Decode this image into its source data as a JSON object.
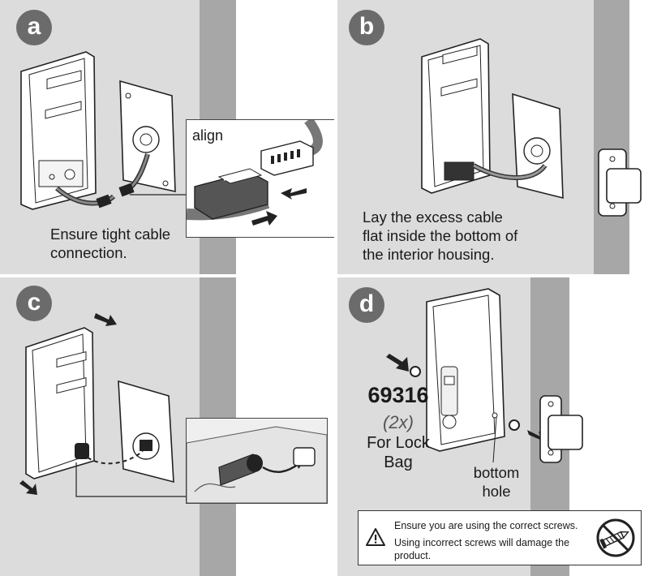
{
  "panels": {
    "a": {
      "badge": "a",
      "inset_label": "align",
      "caption_line1": "Ensure tight cable",
      "caption_line2": "connection."
    },
    "b": {
      "badge": "b",
      "caption_line1": "Lay the excess cable",
      "caption_line2": "flat inside the bottom of",
      "caption_line3": "the interior housing."
    },
    "c": {
      "badge": "c"
    },
    "d": {
      "badge": "d",
      "part_number": "69316",
      "quantity": "(2x)",
      "bag_line1": "For Lock",
      "bag_line2": "Bag",
      "hole_line1": "bottom",
      "hole_line2": "hole",
      "warning_line1": "Ensure you are using the correct screws.",
      "warning_line2": "Using incorrect screws will damage the",
      "warning_line3": "product."
    }
  },
  "colors": {
    "panel_bg": "#dcdcdc",
    "badge": "#6b6b6b",
    "door_strip": "#a7a7a7",
    "frame": "#ffffff"
  },
  "icons": [
    "warning-triangle-icon",
    "no-screw-icon",
    "push-arrow-icon"
  ]
}
